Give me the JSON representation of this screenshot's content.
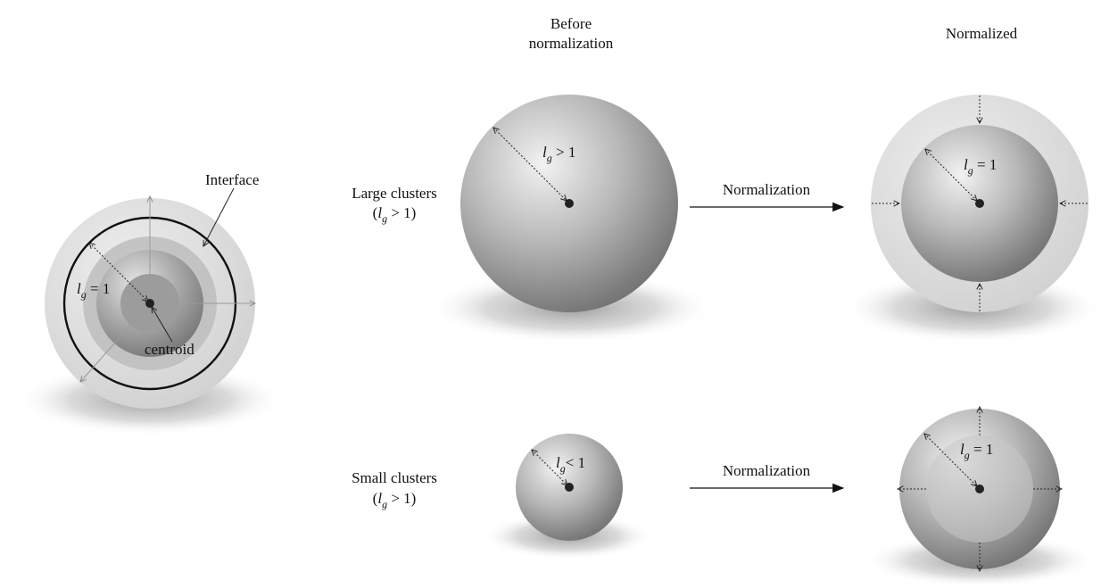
{
  "labels": {
    "interface": "Interface",
    "centroid": "centroid",
    "left_radius": {
      "var": "l",
      "sub": "g",
      "rel": " = 1"
    },
    "before_line1": "Before",
    "before_line2": "normalization",
    "normalized": "Normalized",
    "large_line1": "Large clusters",
    "large_line2": {
      "open": "(",
      "var": "l",
      "sub": "g",
      "rel": " > 1)"
    },
    "small_line1": "Small clusters",
    "small_line2": {
      "open": "(",
      "var": "l",
      "sub": "g",
      "rel": " > 1)"
    },
    "large_before_radius": {
      "var": "l",
      "sub": "g",
      "rel": " > 1"
    },
    "large_after_radius": {
      "var": "l",
      "sub": "g",
      "rel": " = 1"
    },
    "small_before_radius": {
      "var": "l",
      "sub": "g",
      "rel": "< 1"
    },
    "small_after_radius": {
      "var": "l",
      "sub": "g",
      "rel": " = 1"
    },
    "arrow_top": "Normalization",
    "arrow_bottom": "Normalization"
  }
}
